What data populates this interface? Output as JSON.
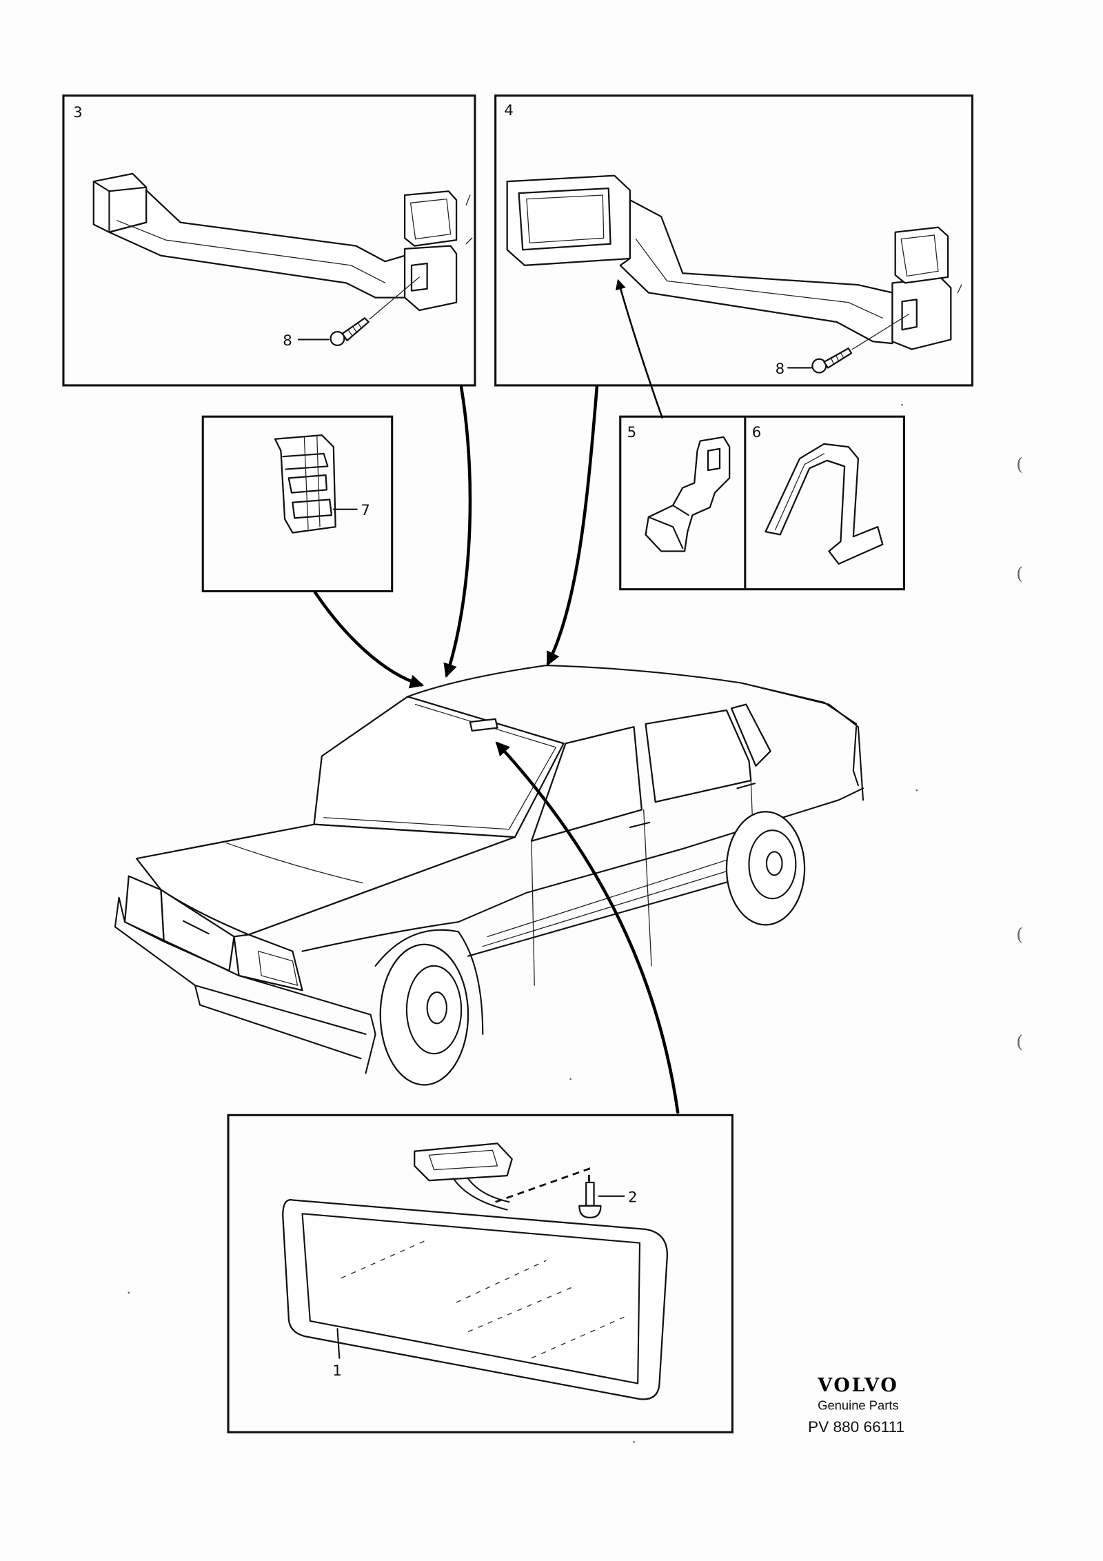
{
  "document": {
    "brand": "VOLVO",
    "subtitle": "Genuine Parts",
    "reference": "PV 880 66111"
  },
  "panels": {
    "handle_short": {
      "number": "3",
      "screw_callout": "8"
    },
    "handle_long": {
      "number": "4",
      "screw_callout": "8"
    },
    "clip_a": {
      "callout": "7"
    },
    "clip_b": {
      "number": "5"
    },
    "clip_c": {
      "number": "6"
    },
    "mirror": {
      "mirror_callout": "1",
      "screw_callout": "2"
    }
  },
  "margin_marks": [
    "(",
    "(",
    "(",
    "("
  ]
}
